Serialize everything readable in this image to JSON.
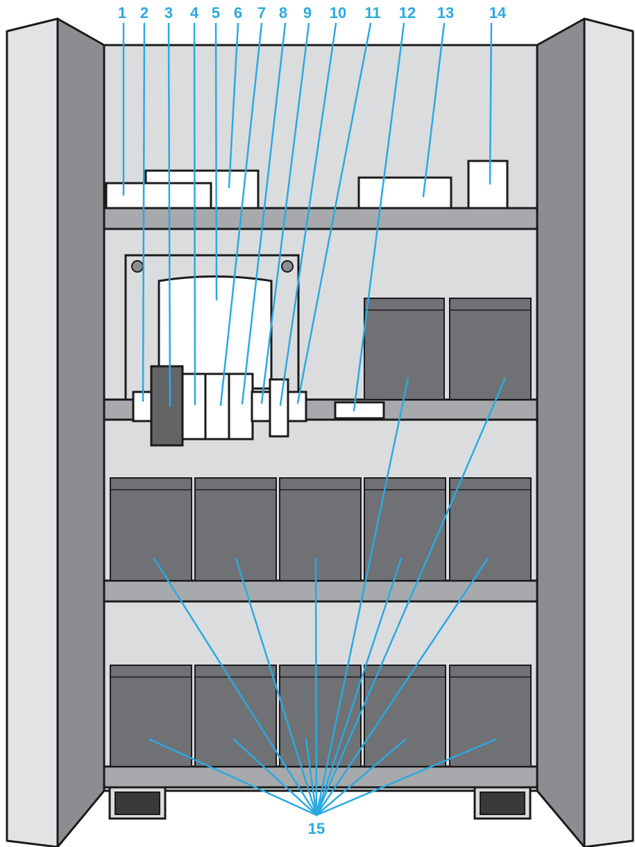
{
  "callouts": {
    "c1": "1",
    "c2": "2",
    "c3": "3",
    "c4": "4",
    "c5": "5",
    "c6": "6",
    "c7": "7",
    "c8": "8",
    "c9": "9",
    "c10": "10",
    "c11": "11",
    "c12": "12",
    "c13": "13",
    "c14": "14",
    "c15": "15"
  },
  "colors": {
    "callout": "#29aae1",
    "door_front": "#e2e3e4",
    "door_side": "#8c8d91",
    "cabinet_back": "#dbdcde",
    "shelf": "#a7a9ac",
    "battery": "#707174",
    "battery_top": "#6e6f72",
    "dark_module": "#636466",
    "white_part": "#ffffff",
    "outline": "#1a1a1a"
  }
}
